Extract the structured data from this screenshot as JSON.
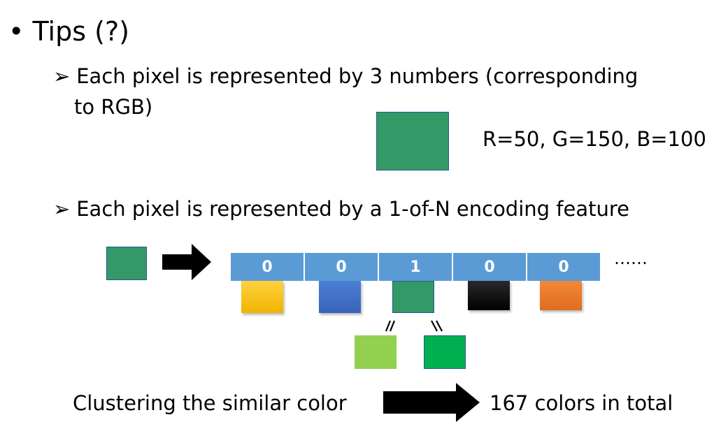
{
  "title": "Tips (?)",
  "bullet": "•",
  "marker": "➢",
  "point1": {
    "line1": "Each pixel is represented by 3 numbers (corresponding",
    "line2": "to RGB)",
    "rgb_label": "R=50, G=150, B=100"
  },
  "point2": {
    "text": "Each pixel is represented by a 1-of-N encoding feature"
  },
  "encoding": {
    "cells": [
      "0",
      "0",
      "1",
      "0",
      "0"
    ],
    "ellipsis": "……"
  },
  "colors": {
    "pixel": "#339966",
    "cell": "#5b9bd5",
    "palette": [
      "#ffc000",
      "#4472c4",
      "#339966",
      "#000000",
      "#ed7d31"
    ],
    "similar": [
      "#92d050",
      "#00b050"
    ]
  },
  "cluster": {
    "left_text": "Clustering the similar color",
    "right_text": "167 colors in total"
  }
}
